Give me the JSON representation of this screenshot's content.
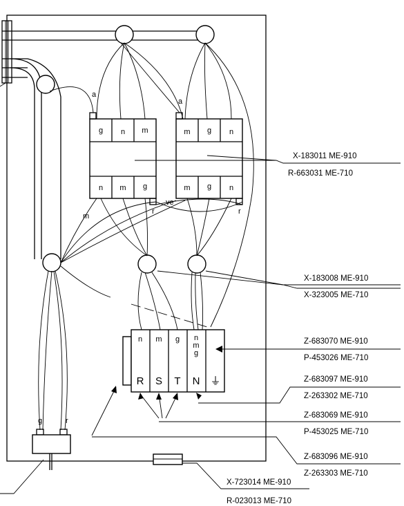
{
  "wire_labels": {
    "a_left": "a",
    "a_right": "a",
    "ve": "ve",
    "m_wire": "m",
    "r_left": "r",
    "r_right": "r",
    "g_bottom": "g",
    "r_bottom": "r"
  },
  "element_left": {
    "top": [
      "g",
      "n",
      "m"
    ],
    "bottom": [
      "n",
      "m",
      "g"
    ]
  },
  "element_right": {
    "top": [
      "m",
      "g",
      "n"
    ],
    "bottom": [
      "m",
      "g",
      "n"
    ]
  },
  "terminal_block": {
    "top": [
      "n",
      "m",
      "g",
      "n",
      "m",
      "g"
    ],
    "phases": [
      "R",
      "S",
      "T",
      "N"
    ],
    "ground_symbol": "⏚"
  },
  "part_numbers": [
    {
      "primary": "X-183011  ME-910",
      "secondary": "R-663031  ME-710"
    },
    {
      "primary": "X-183008  ME-910",
      "secondary": "X-323005  ME-710"
    },
    {
      "primary": "Z-683070  ME-910",
      "secondary": "P-453026  ME-710"
    },
    {
      "primary": "Z-683097  ME-910",
      "secondary": "Z-263302  ME-710"
    },
    {
      "primary": "Z-683069  ME-910",
      "secondary": "P-453025  ME-710"
    },
    {
      "primary": "Z-683096  ME-910",
      "secondary": "Z-263303  ME-710"
    },
    {
      "primary": "X-723014  ME-910",
      "secondary": "R-023013  ME-710"
    }
  ]
}
